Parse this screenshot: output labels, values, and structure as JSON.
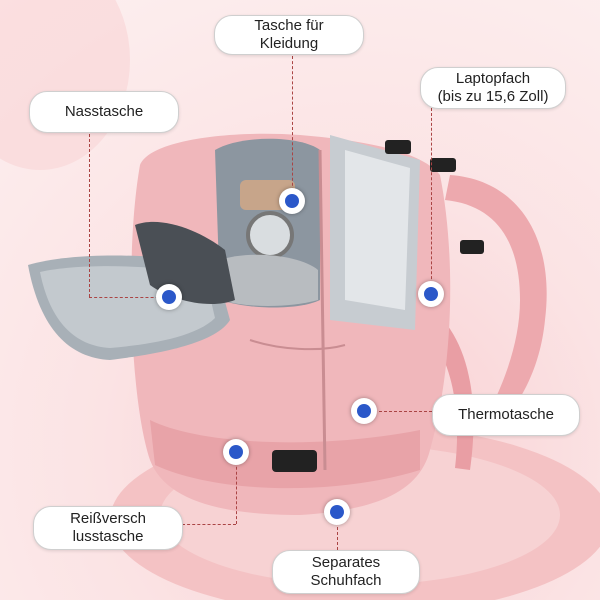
{
  "callouts": {
    "clothing_pocket": "Tasche für Kleidung",
    "wet_pocket": "Nasstasche",
    "laptop_line1": "Laptopfach",
    "laptop_line2": "(bis zu 15,6 Zoll)",
    "thermo_pocket": "Thermotasche",
    "zipper_line1": "Reißversch",
    "zipper_line2": "lusstasche",
    "shoe_line1": "Separates",
    "shoe_line2": "Schuhfach"
  },
  "colors": {
    "backpack_pink": "#f0b7bb",
    "marker_blue": "#2b58c9",
    "interior_gray": "#9aa3ab",
    "background_pink": "#fbe3e4"
  }
}
